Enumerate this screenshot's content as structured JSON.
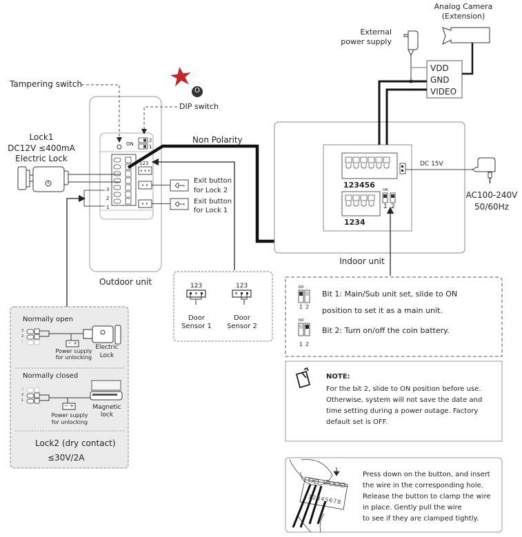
{
  "camera": {
    "title": "Analog Camera",
    "subtitle": "(Extension)"
  },
  "external_power": {
    "line1": "External",
    "line2": "power supply"
  },
  "camera_terminal": {
    "vdd": "VDD",
    "gnd": "GND",
    "video": "VIDEO"
  },
  "tampering_switch": "Tampering switch",
  "dip_switch": "DIP switch",
  "marker": {
    "badge_letter": "O",
    "star_color": "#c0272d",
    "badge_color": "#333333"
  },
  "lock1": {
    "title": "Lock1",
    "rating": "DC12V ≤400mA",
    "type": "Electric Lock"
  },
  "outdoor_unit": {
    "label": "Outdoor unit",
    "on_label": "ON",
    "dip_numbers": [
      "2",
      "1"
    ],
    "connector_label": "123",
    "pin_numbers": [
      "3",
      "2",
      "1"
    ]
  },
  "non_polarity": "Non Polarity",
  "exit_buttons": [
    {
      "line1": "Exit button",
      "line2": "for Lock 2"
    },
    {
      "line1": "Exit button",
      "line2": "for Lock 1"
    }
  ],
  "indoor_unit": {
    "label": "Indoor unit",
    "terminal_6": "123456",
    "terminal_4": "1234",
    "dip_on": "ON",
    "dip_numbers": [
      "1",
      "2"
    ],
    "dc_label": "DC 15V"
  },
  "adapter": {
    "line1": "AC100-240V",
    "line2": "50/60Hz"
  },
  "door_sensors": [
    {
      "pins": "123",
      "line1": "Door",
      "line2": "Sensor 1"
    },
    {
      "pins": "123",
      "line1": "Door",
      "line2": "Sensor 2"
    }
  ],
  "bits": {
    "on_tag": "NO",
    "numbers": [
      "1",
      "2"
    ],
    "bit1_line1": "Bit 1: Main/Sub unit set, slide to ON",
    "bit1_line2": "position to set it as a main unit.",
    "bit2": "Bit 2: Turn on/off the coin battery."
  },
  "note": {
    "title": "NOTE:",
    "text": "For the bit 2, slide to ON position before use. Otherwise, system will not save the date and time setting during a power outage. Factory default set is OFF."
  },
  "lock2_panel": {
    "normally_open": "Normally open",
    "normally_closed": "Normally closed",
    "pins": [
      "3",
      "2",
      "1"
    ],
    "power_supply_line1": "Power supply",
    "power_supply_line2": "for unlocking",
    "minus_plus": "− +",
    "electric_lock_line1": "Electric",
    "electric_lock_line2": "Lock",
    "magnetic_lock_line1": "Magnetic",
    "magnetic_lock_line2": "lock",
    "title": "Lock2 (dry contact)",
    "rating": "≤30V/2A"
  },
  "wiring_tip": {
    "terminal_numbers": "12345678",
    "lines": [
      "Press down on the button, and insert",
      "the wire in the corresponding hole.",
      "Release the button to clamp the wire",
      "in place. Gently pull the wire",
      "to see if they are clamped tightly."
    ]
  }
}
